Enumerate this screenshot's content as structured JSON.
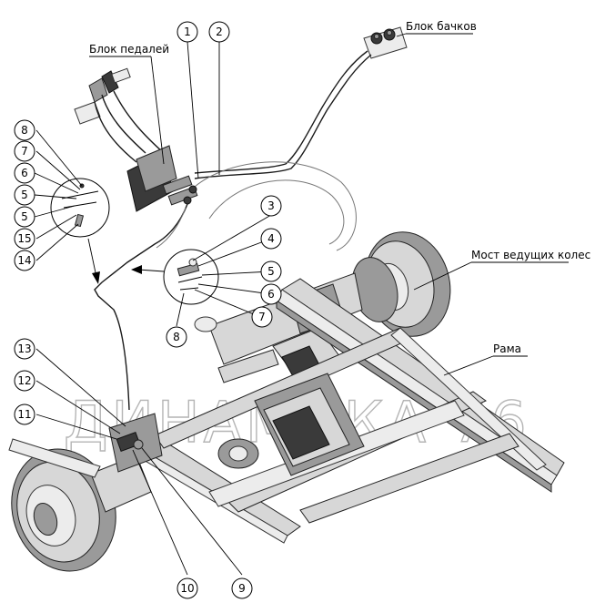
{
  "labels": {
    "pedal_block": "Блок педалей",
    "tank_block": "Блок бачков",
    "drive_axle": "Мост ведущих колес",
    "frame": "Рама"
  },
  "watermark": "ДИНАМИКА 76",
  "callouts": [
    "1",
    "2",
    "3",
    "4",
    "5",
    "5",
    "5",
    "6",
    "6",
    "7",
    "7",
    "8",
    "8",
    "9",
    "10",
    "11",
    "12",
    "13",
    "14",
    "15"
  ]
}
